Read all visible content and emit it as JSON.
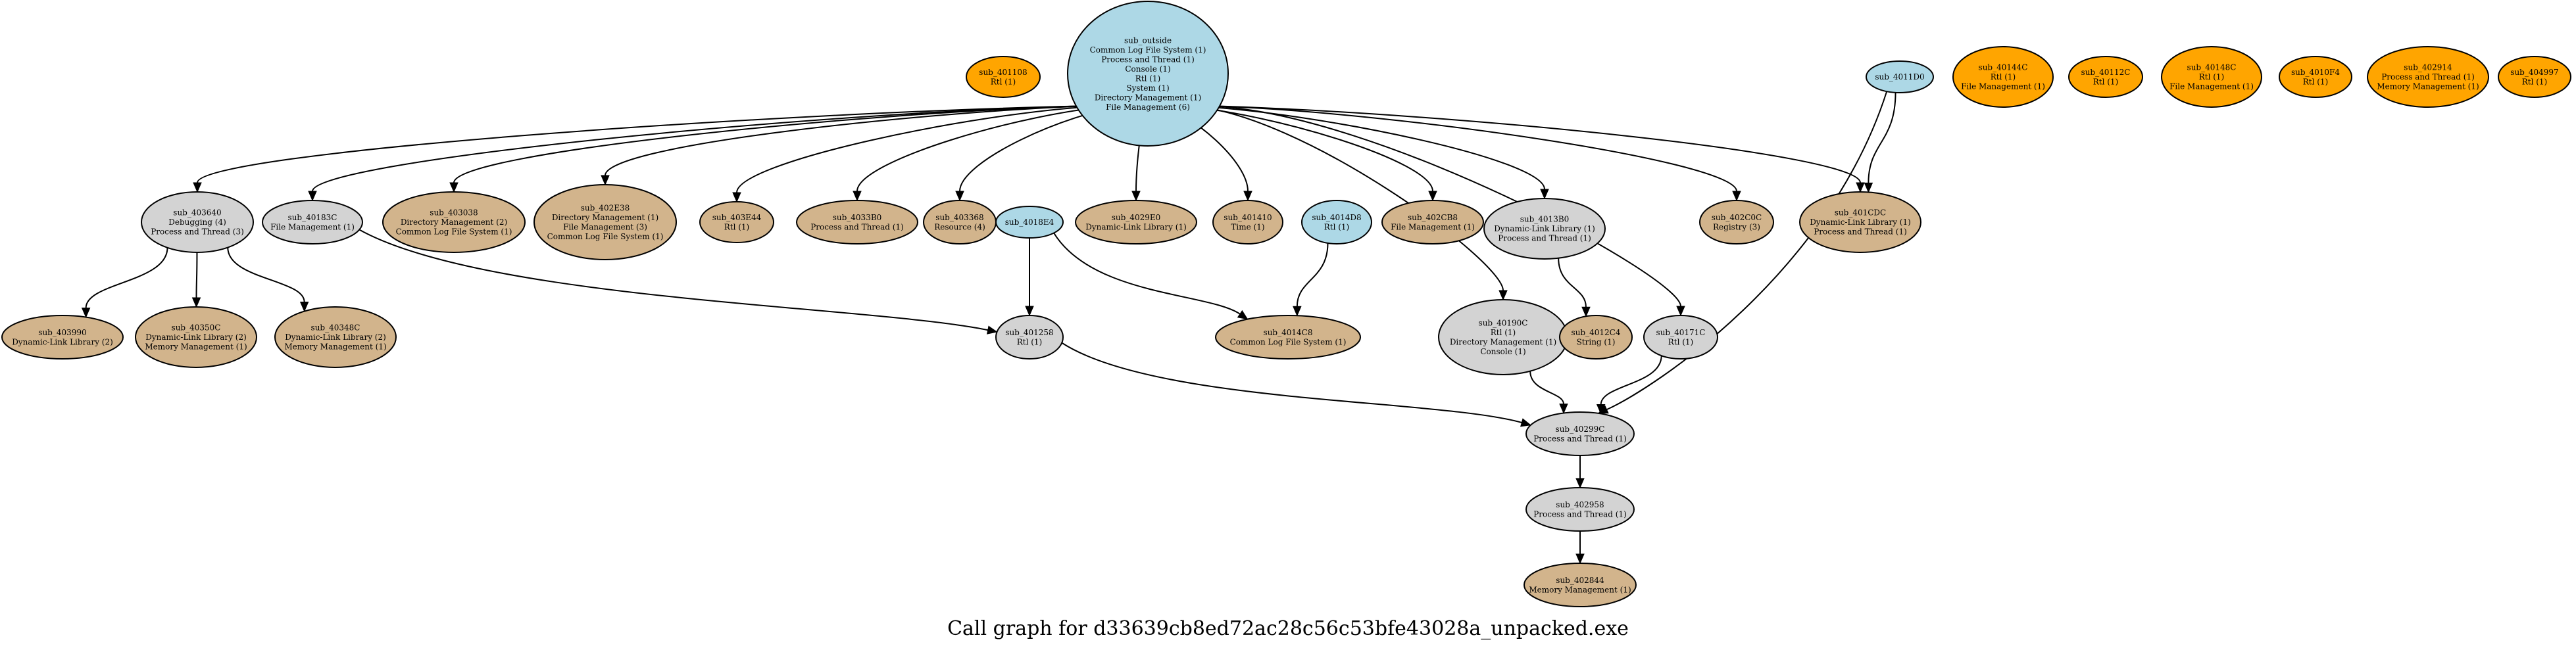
{
  "caption": "Call graph for d33639cb8ed72ac28c56c53bfe43028a_unpacked.exe",
  "colors": {
    "entry": "#add8e6",
    "internal": "#d3d3d3",
    "import": "#d2b48c",
    "orphan": "#ffa500"
  },
  "nodes": [
    {
      "id": "sub_outside",
      "type": "entry",
      "lines": [
        "sub_outside",
        "Common Log File System (1)",
        "Process and Thread (1)",
        "Console (1)",
        "Rtl (1)",
        "System (1)",
        "Directory Management (1)",
        "File Management (6)"
      ]
    },
    {
      "id": "sub_401108",
      "type": "orphan",
      "lines": [
        "sub_401108",
        "Rtl (1)"
      ]
    },
    {
      "id": "sub_4011D0",
      "type": "entry",
      "lines": [
        "sub_4011D0"
      ]
    },
    {
      "id": "sub_40144C",
      "type": "orphan",
      "lines": [
        "sub_40144C",
        "Rtl (1)",
        "File Management (1)"
      ]
    },
    {
      "id": "sub_40112C",
      "type": "orphan",
      "lines": [
        "sub_40112C",
        "Rtl (1)"
      ]
    },
    {
      "id": "sub_40148C",
      "type": "orphan",
      "lines": [
        "sub_40148C",
        "Rtl (1)",
        "File Management (1)"
      ]
    },
    {
      "id": "sub_4010F4",
      "type": "orphan",
      "lines": [
        "sub_4010F4",
        "Rtl (1)"
      ]
    },
    {
      "id": "sub_402914",
      "type": "orphan",
      "lines": [
        "sub_402914",
        "Process and Thread (1)",
        "Memory Management (1)"
      ]
    },
    {
      "id": "sub_404997",
      "type": "orphan",
      "lines": [
        "sub_404997",
        "Rtl (1)"
      ]
    },
    {
      "id": "sub_403640",
      "type": "internal",
      "lines": [
        "sub_403640",
        "Debugging (4)",
        "Process and Thread (3)"
      ]
    },
    {
      "id": "sub_40183C",
      "type": "internal",
      "lines": [
        "sub_40183C",
        "File Management (1)"
      ]
    },
    {
      "id": "sub_403038",
      "type": "import",
      "lines": [
        "sub_403038",
        "Directory Management (2)",
        "Common Log File System (1)"
      ]
    },
    {
      "id": "sub_402E38",
      "type": "import",
      "lines": [
        "sub_402E38",
        "Directory Management (1)",
        "File Management (3)",
        "Common Log File System (1)"
      ]
    },
    {
      "id": "sub_403E44",
      "type": "import",
      "lines": [
        "sub_403E44",
        "Rtl (1)"
      ]
    },
    {
      "id": "sub_4033B0",
      "type": "import",
      "lines": [
        "sub_4033B0",
        "Process and Thread (1)"
      ]
    },
    {
      "id": "sub_403368",
      "type": "import",
      "lines": [
        "sub_403368",
        "Resource (4)"
      ]
    },
    {
      "id": "sub_4018E4",
      "type": "entry",
      "lines": [
        "sub_4018E4"
      ]
    },
    {
      "id": "sub_4029E0",
      "type": "import",
      "lines": [
        "sub_4029E0",
        "Dynamic-Link Library (1)"
      ]
    },
    {
      "id": "sub_401410",
      "type": "import",
      "lines": [
        "sub_401410",
        "Time (1)"
      ]
    },
    {
      "id": "sub_4014D8",
      "type": "entry",
      "lines": [
        "sub_4014D8",
        "Rtl (1)"
      ]
    },
    {
      "id": "sub_402CB8",
      "type": "import",
      "lines": [
        "sub_402CB8",
        "File Management (1)"
      ]
    },
    {
      "id": "sub_4013B0",
      "type": "internal",
      "lines": [
        "sub_4013B0",
        "Dynamic-Link Library (1)",
        "Process and Thread (1)"
      ]
    },
    {
      "id": "sub_402C0C",
      "type": "import",
      "lines": [
        "sub_402C0C",
        "Registry (3)"
      ]
    },
    {
      "id": "sub_401CDC",
      "type": "import",
      "lines": [
        "sub_401CDC",
        "Dynamic-Link Library (1)",
        "Process and Thread (1)"
      ]
    },
    {
      "id": "sub_403990",
      "type": "import",
      "lines": [
        "sub_403990",
        "Dynamic-Link Library (2)"
      ]
    },
    {
      "id": "sub_40350C",
      "type": "import",
      "lines": [
        "sub_40350C",
        "Dynamic-Link Library (2)",
        "Memory Management (1)"
      ]
    },
    {
      "id": "sub_40348C",
      "type": "import",
      "lines": [
        "sub_40348C",
        "Dynamic-Link Library (2)",
        "Memory Management (1)"
      ]
    },
    {
      "id": "sub_401258",
      "type": "internal",
      "lines": [
        "sub_401258",
        "Rtl (1)"
      ]
    },
    {
      "id": "sub_4014C8",
      "type": "import",
      "lines": [
        "sub_4014C8",
        "Common Log File System (1)"
      ]
    },
    {
      "id": "sub_40190C",
      "type": "internal",
      "lines": [
        "sub_40190C",
        "Rtl (1)",
        "Directory Management (1)",
        "Console (1)"
      ]
    },
    {
      "id": "sub_4012C4",
      "type": "import",
      "lines": [
        "sub_4012C4",
        "String (1)"
      ]
    },
    {
      "id": "sub_40171C",
      "type": "internal",
      "lines": [
        "sub_40171C",
        "Rtl (1)"
      ]
    },
    {
      "id": "sub_40299C",
      "type": "internal",
      "lines": [
        "sub_40299C",
        "Process and Thread (1)"
      ]
    },
    {
      "id": "sub_402958",
      "type": "internal",
      "lines": [
        "sub_402958",
        "Process and Thread (1)"
      ]
    },
    {
      "id": "sub_402844",
      "type": "import",
      "lines": [
        "sub_402844",
        "Memory Management (1)"
      ]
    }
  ],
  "edges": [
    [
      "sub_outside",
      "sub_403640"
    ],
    [
      "sub_outside",
      "sub_40183C"
    ],
    [
      "sub_outside",
      "sub_403038"
    ],
    [
      "sub_outside",
      "sub_402E38"
    ],
    [
      "sub_outside",
      "sub_403E44"
    ],
    [
      "sub_outside",
      "sub_4033B0"
    ],
    [
      "sub_outside",
      "sub_403368"
    ],
    [
      "sub_outside",
      "sub_4029E0"
    ],
    [
      "sub_outside",
      "sub_401410"
    ],
    [
      "sub_outside",
      "sub_402CB8"
    ],
    [
      "sub_outside",
      "sub_4013B0"
    ],
    [
      "sub_outside",
      "sub_402C0C"
    ],
    [
      "sub_outside",
      "sub_401CDC"
    ],
    [
      "sub_outside",
      "sub_40190C"
    ],
    [
      "sub_outside",
      "sub_40171C"
    ],
    [
      "sub_4011D0",
      "sub_401CDC"
    ],
    [
      "sub_4011D0",
      "sub_40299C"
    ],
    [
      "sub_403640",
      "sub_403990"
    ],
    [
      "sub_403640",
      "sub_40350C"
    ],
    [
      "sub_403640",
      "sub_40348C"
    ],
    [
      "sub_40183C",
      "sub_401258"
    ],
    [
      "sub_4018E4",
      "sub_401258"
    ],
    [
      "sub_4018E4",
      "sub_4014C8"
    ],
    [
      "sub_4014D8",
      "sub_4014C8"
    ],
    [
      "sub_4013B0",
      "sub_4012C4"
    ],
    [
      "sub_401258",
      "sub_40299C"
    ],
    [
      "sub_40190C",
      "sub_40299C"
    ],
    [
      "sub_40171C",
      "sub_40299C"
    ],
    [
      "sub_40299C",
      "sub_402958"
    ],
    [
      "sub_402958",
      "sub_402844"
    ]
  ]
}
